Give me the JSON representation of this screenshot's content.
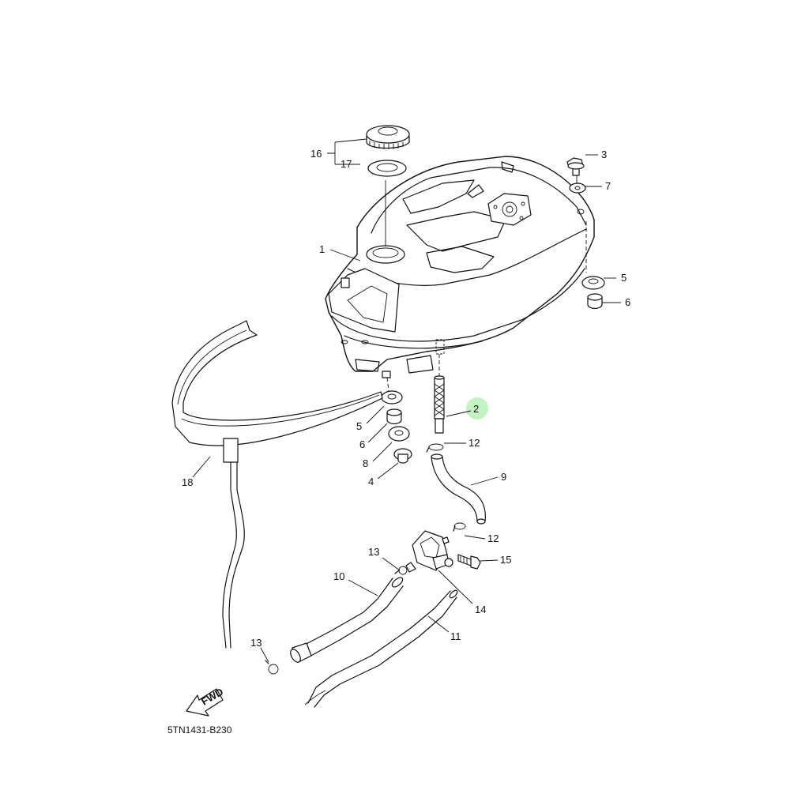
{
  "diagram_code": "5TN1431-B230",
  "fwd_label": "FWD",
  "highlight_color": "#b8f0b8",
  "callouts": {
    "c1": "1",
    "c2": "2",
    "c3": "3",
    "c4": "4",
    "c5a": "5",
    "c5b": "5",
    "c6a": "6",
    "c6b": "6",
    "c7": "7",
    "c8": "8",
    "c9": "9",
    "c10": "10",
    "c11": "11",
    "c12a": "12",
    "c12b": "12",
    "c13a": "13",
    "c13b": "13",
    "c14": "14",
    "c15": "15",
    "c16": "16",
    "c17": "17",
    "c18": "18"
  }
}
